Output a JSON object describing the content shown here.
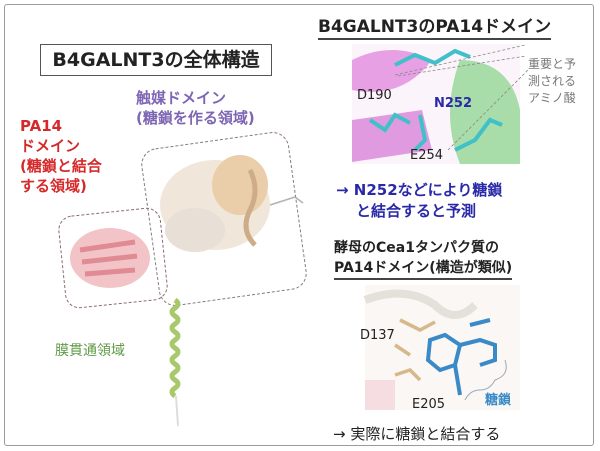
{
  "left": {
    "title": "B4GALNT3の全体構造",
    "catalytic_domain": [
      "触媒ドメイン",
      "(糖鎖を作る領域)"
    ],
    "pa14_domain": [
      "PA14",
      "ドメイン",
      "(糖鎖と結合",
      "する領域)"
    ],
    "transmembrane": "膜貫通領域"
  },
  "right_top": {
    "title": "B4GALNT3のPA14ドメイン",
    "residues": [
      "D190",
      "N252",
      "E254"
    ],
    "note": [
      "重要と予",
      "測される",
      "アミノ酸"
    ],
    "conclusion": [
      "→ N252などにより糖鎖",
      "と結合すると予測"
    ]
  },
  "right_bottom": {
    "title": [
      "酵母のCea1タンパク質の",
      "PA14ドメイン(構造が類似)"
    ],
    "residues": [
      "D137",
      "E205"
    ],
    "sugar_label": "糖鎖",
    "conclusion": "→ 実際に糖鎖と結合する"
  },
  "colors": {
    "pa14": "#d62a2a",
    "catalytic": "#7e66b4",
    "transmembrane": "#5f9a45",
    "conclusion": "#2a2aa8",
    "sugar": "#3a8ac8"
  }
}
